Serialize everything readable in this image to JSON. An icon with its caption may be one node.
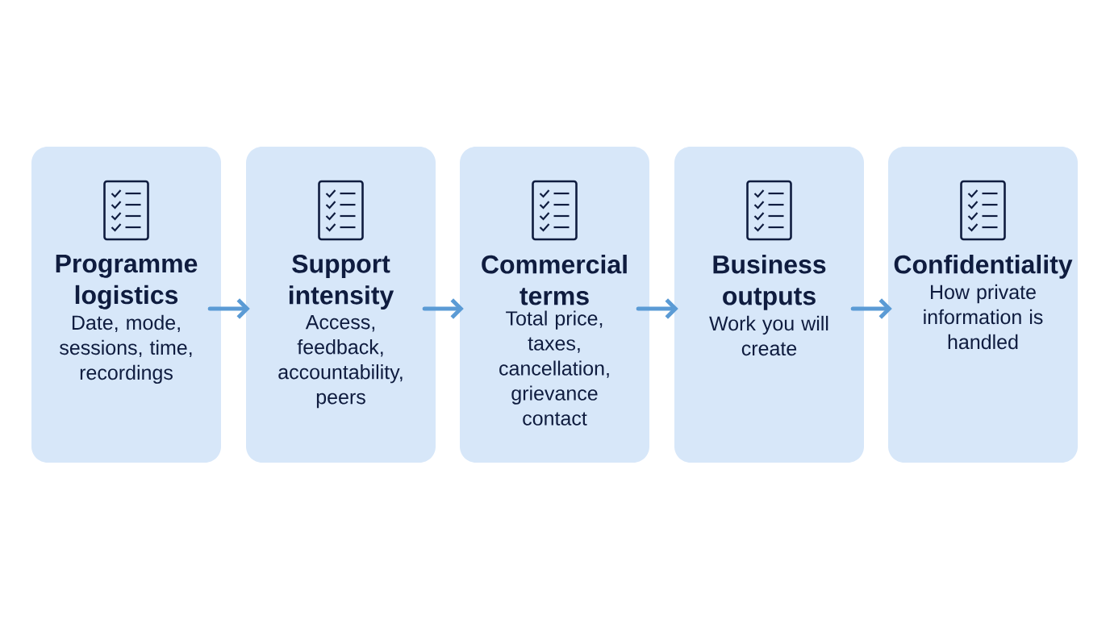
{
  "diagram": {
    "nodes": [
      {
        "text": [
          "Programme logistics",
          "Date, mode, sessions, time, recordings"
        ]
      },
      {
        "text": [
          "Support intensity",
          "Access, feedback, accountability, peers"
        ]
      },
      {
        "text": [
          "Commercial terms",
          "Total price, taxes, cancellation, grievance contact"
        ]
      },
      {
        "text": [
          "Business outputs",
          "Work you will create"
        ]
      },
      {
        "text": [
          "Confidentiality",
          "How private information is handled"
        ]
      }
    ],
    "edges": [
      {
        "from": 0,
        "to": 1,
        "arrow": "to"
      },
      {
        "from": 1,
        "to": 2,
        "arrow": "to"
      },
      {
        "from": 2,
        "to": 3,
        "arrow": "to"
      },
      {
        "from": 3,
        "to": 4,
        "arrow": "to"
      }
    ]
  }
}
